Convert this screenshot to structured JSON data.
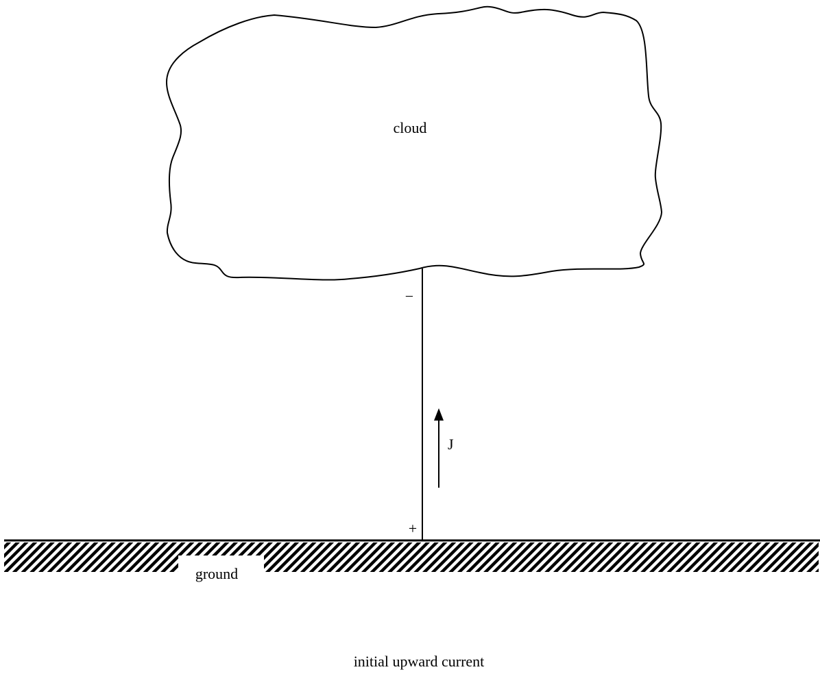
{
  "labels": {
    "cloud": "cloud",
    "minus": "−",
    "current": "J",
    "plus": "+",
    "ground": "ground",
    "caption": "initial upward current"
  }
}
